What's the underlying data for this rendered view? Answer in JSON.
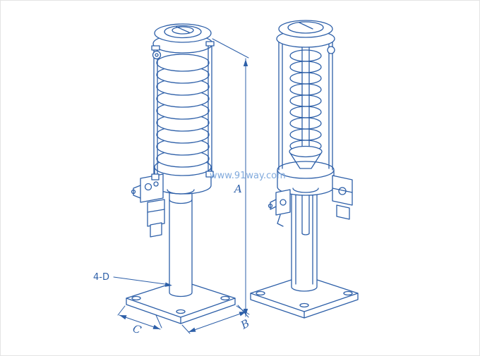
{
  "drawing": {
    "line_color": "#2d5fa8",
    "background": "#ffffff",
    "labels": {
      "dim_a": "A",
      "dim_b": "B",
      "dim_c": "C",
      "holes": "4-D"
    },
    "watermark": {
      "text": "www.91way.com",
      "color": "#7ba6db"
    }
  }
}
